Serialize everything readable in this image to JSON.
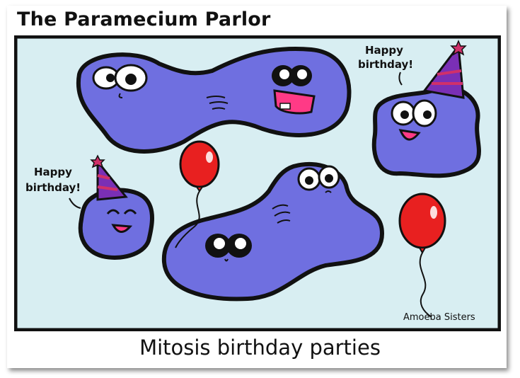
{
  "comic": {
    "title": "The Paramecium Parlor",
    "caption": "Mitosis birthday parties",
    "signature": "Amoeba Sisters",
    "speech_right": {
      "line1": "Happy",
      "line2": "birthday!"
    },
    "speech_left": {
      "line1": "Happy",
      "line2": "birthday!"
    }
  },
  "colors": {
    "background": "#d8eef2",
    "cell": "#6f6fe0",
    "balloon": "#e82020",
    "hat": "#7a2fb5",
    "hat_stripe": "#d0306a",
    "mouth": "#ff3a86"
  }
}
